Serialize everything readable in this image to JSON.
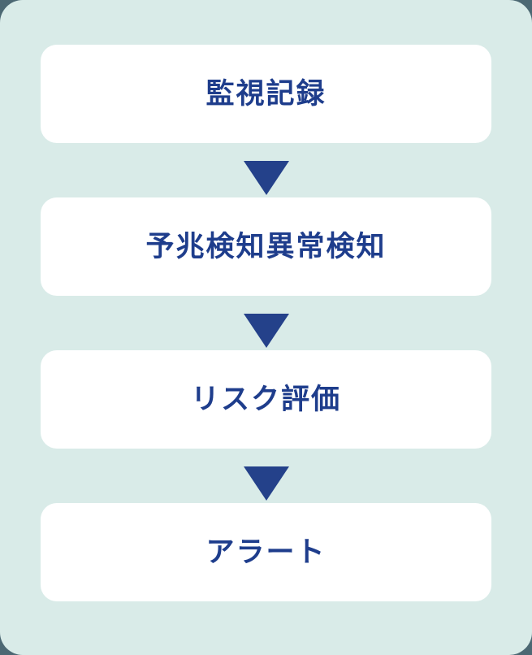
{
  "page": {
    "outer_background_color": "#4c6873",
    "panel_background_color": "#d9ebe8",
    "card_background_color": "#ffffff",
    "accent_color": "#1e3d8c",
    "arrow_color": "#24418a"
  },
  "flow": {
    "steps": [
      {
        "label": "監視記録"
      },
      {
        "label": "予兆検知異常検知"
      },
      {
        "label": "リスク評価"
      },
      {
        "label": "アラート"
      }
    ],
    "connector_icon": "down-arrow"
  }
}
